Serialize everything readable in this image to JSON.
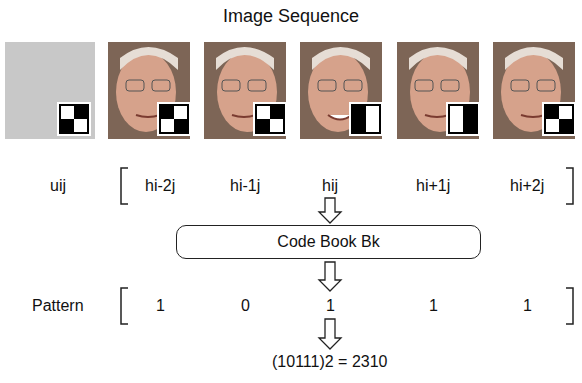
{
  "diagram": {
    "title": "Image Sequence",
    "nodes": [
      {
        "text": [
          "Code Book Bk"
        ]
      }
    ],
    "labels": [
      "uij",
      "hi-2j",
      "hi-1j",
      "hij",
      "hi+1j",
      "hi+2j",
      "Pattern",
      "1",
      "0",
      "1",
      "1",
      "1",
      "(10111)2 = 2310"
    ]
  }
}
